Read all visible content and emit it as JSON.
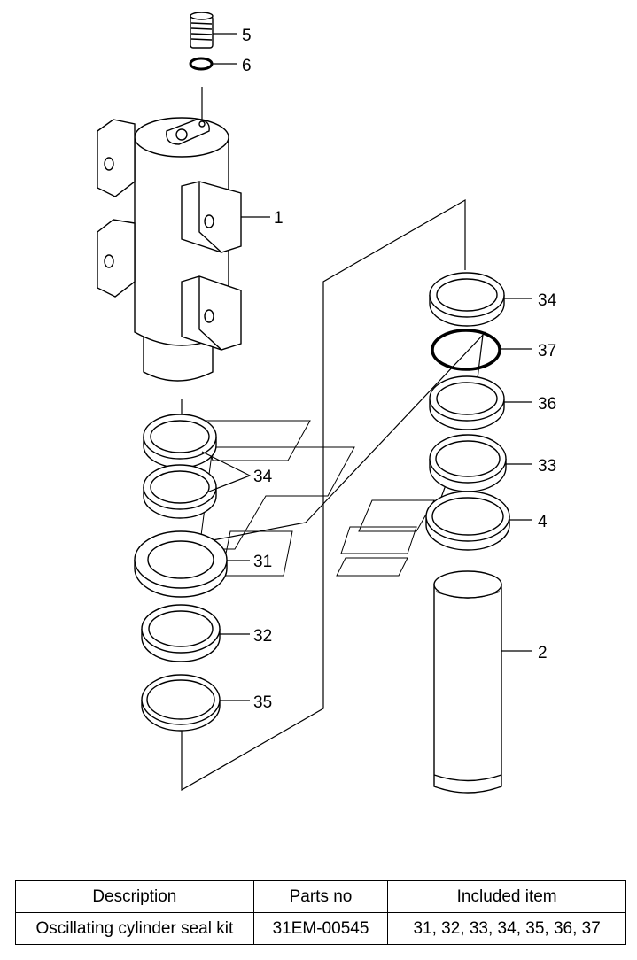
{
  "callouts": {
    "c5": "5",
    "c6": "6",
    "c1": "1",
    "c34a": "34",
    "c37": "37",
    "c36": "36",
    "c33": "33",
    "c4": "4",
    "c2": "2",
    "c34b": "34",
    "c31": "31",
    "c32": "32",
    "c35": "35"
  },
  "table": {
    "headers": [
      "Description",
      "Parts no",
      "Included item"
    ],
    "rows": [
      [
        "Oscillating cylinder seal kit",
        "31EM-00545",
        "31, 32, 33, 34, 35, 36, 37"
      ]
    ]
  }
}
